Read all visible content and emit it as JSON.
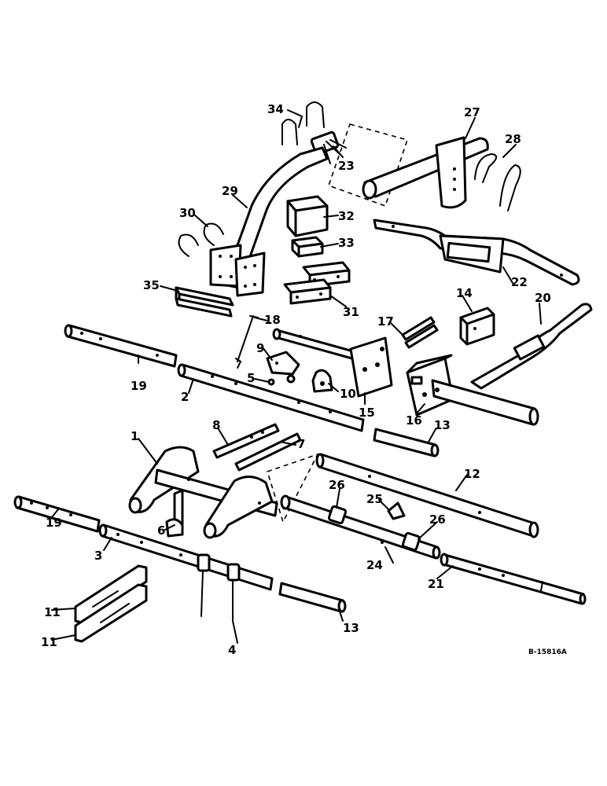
{
  "drawing_number": "B-15816A",
  "callouts": [
    {
      "id": "c1",
      "text": "1"
    },
    {
      "id": "c2",
      "text": "2"
    },
    {
      "id": "c3",
      "text": "3"
    },
    {
      "id": "c4",
      "text": "4"
    },
    {
      "id": "c5",
      "text": "5"
    },
    {
      "id": "c6",
      "text": "6"
    },
    {
      "id": "c7",
      "text": "7"
    },
    {
      "id": "c8",
      "text": "8"
    },
    {
      "id": "c9",
      "text": "9"
    },
    {
      "id": "c10",
      "text": "10"
    },
    {
      "id": "c11a",
      "text": "11"
    },
    {
      "id": "c11b",
      "text": "11"
    },
    {
      "id": "c12",
      "text": "12"
    },
    {
      "id": "c13a",
      "text": "13"
    },
    {
      "id": "c13b",
      "text": "13"
    },
    {
      "id": "c14",
      "text": "14"
    },
    {
      "id": "c15",
      "text": "15"
    },
    {
      "id": "c16",
      "text": "16"
    },
    {
      "id": "c17",
      "text": "17"
    },
    {
      "id": "c18",
      "text": "18"
    },
    {
      "id": "c19a",
      "text": "19"
    },
    {
      "id": "c19b",
      "text": "19"
    },
    {
      "id": "c20",
      "text": "20"
    },
    {
      "id": "c21",
      "text": "21"
    },
    {
      "id": "c22",
      "text": "22"
    },
    {
      "id": "c23",
      "text": "23"
    },
    {
      "id": "c24",
      "text": "24"
    },
    {
      "id": "c25",
      "text": "25"
    },
    {
      "id": "c26a",
      "text": "26"
    },
    {
      "id": "c26b",
      "text": "26"
    },
    {
      "id": "c27",
      "text": "27"
    },
    {
      "id": "c28",
      "text": "28"
    },
    {
      "id": "c29",
      "text": "29"
    },
    {
      "id": "c30",
      "text": "30"
    },
    {
      "id": "c31",
      "text": "31"
    },
    {
      "id": "c32",
      "text": "32"
    },
    {
      "id": "c33",
      "text": "33"
    },
    {
      "id": "c34",
      "text": "34"
    },
    {
      "id": "c35",
      "text": "35"
    }
  ]
}
